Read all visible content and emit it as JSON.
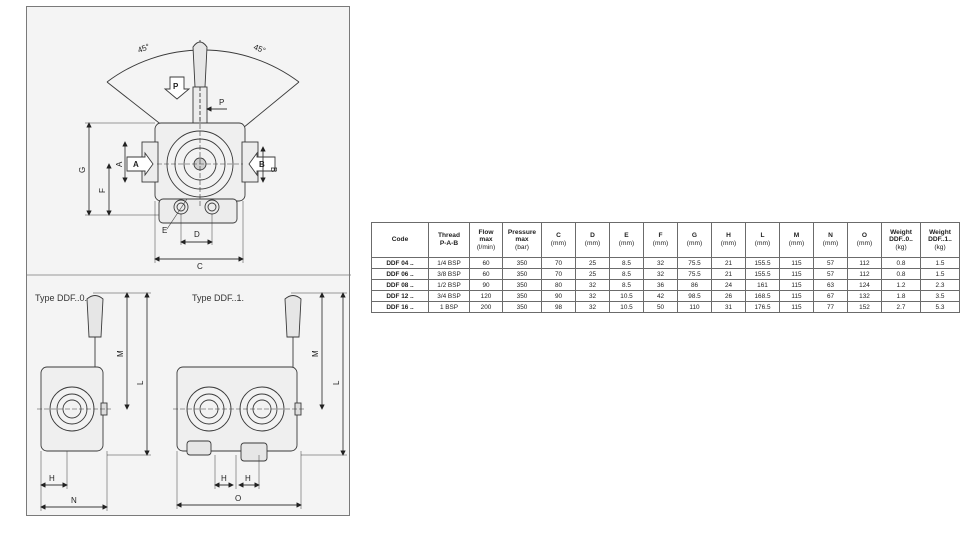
{
  "drawing": {
    "angle_left": "45°",
    "angle_right": "45°",
    "ports": {
      "p": "P",
      "a": "A",
      "b": "B"
    },
    "dims": {
      "p": "P",
      "a": "A",
      "b": "B",
      "c": "C",
      "d": "D",
      "e": "E",
      "f": "F",
      "g": "G",
      "h": "H",
      "l": "L",
      "m": "M",
      "n": "N",
      "o": "O"
    },
    "type_0_label": "Type DDF..0.",
    "type_1_label": "Type DDF..1."
  },
  "table": {
    "headers": [
      {
        "title": [
          "Code"
        ],
        "unit": ""
      },
      {
        "title": [
          "Thread",
          "P-A-B"
        ],
        "unit": ""
      },
      {
        "title": [
          "Flow",
          "max"
        ],
        "unit": "(l/min)"
      },
      {
        "title": [
          "Pressure",
          "max"
        ],
        "unit": "(bar)"
      },
      {
        "title": [
          "C"
        ],
        "unit": "(mm)"
      },
      {
        "title": [
          "D"
        ],
        "unit": "(mm)"
      },
      {
        "title": [
          "E"
        ],
        "unit": "(mm)"
      },
      {
        "title": [
          "F"
        ],
        "unit": "(mm)"
      },
      {
        "title": [
          "G"
        ],
        "unit": "(mm)"
      },
      {
        "title": [
          "H"
        ],
        "unit": "(mm)"
      },
      {
        "title": [
          "L"
        ],
        "unit": "(mm)"
      },
      {
        "title": [
          "M"
        ],
        "unit": "(mm)"
      },
      {
        "title": [
          "N"
        ],
        "unit": "(mm)"
      },
      {
        "title": [
          "O"
        ],
        "unit": "(mm)"
      },
      {
        "title": [
          "Weight",
          "DDF..0.."
        ],
        "unit": "(kg)"
      },
      {
        "title": [
          "Weight",
          "DDF..1.."
        ],
        "unit": "(kg)"
      }
    ],
    "rows": [
      [
        "DDF 04 ..",
        "1/4 BSP",
        "60",
        "350",
        "70",
        "25",
        "8.5",
        "32",
        "75.5",
        "21",
        "155.5",
        "115",
        "57",
        "112",
        "0.8",
        "1.5"
      ],
      [
        "DDF 06 ..",
        "3/8 BSP",
        "60",
        "350",
        "70",
        "25",
        "8.5",
        "32",
        "75.5",
        "21",
        "155.5",
        "115",
        "57",
        "112",
        "0.8",
        "1.5"
      ],
      [
        "DDF 08 ..",
        "1/2 BSP",
        "90",
        "350",
        "80",
        "32",
        "8.5",
        "36",
        "86",
        "24",
        "161",
        "115",
        "63",
        "124",
        "1.2",
        "2.3"
      ],
      [
        "DDF 12 ..",
        "3/4 BSP",
        "120",
        "350",
        "90",
        "32",
        "10.5",
        "42",
        "98.5",
        "26",
        "168.5",
        "115",
        "67",
        "132",
        "1.8",
        "3.5"
      ],
      [
        "DDF 16 ..",
        "1 BSP",
        "200",
        "350",
        "98",
        "32",
        "10.5",
        "50",
        "110",
        "31",
        "176.5",
        "115",
        "77",
        "152",
        "2.7",
        "5.3"
      ]
    ],
    "column_widths": [
      54,
      38,
      30,
      36,
      31,
      31,
      31,
      31,
      31,
      31,
      31,
      31,
      31,
      31,
      36,
      36
    ]
  }
}
